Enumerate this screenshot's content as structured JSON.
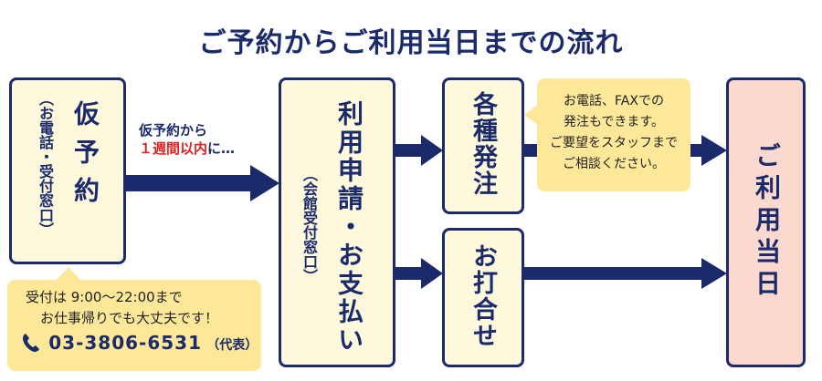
{
  "title": "ご予約からご利用当日までの流れ",
  "step1": {
    "label": "仮予約",
    "sub": "（お電話・受付窓口）"
  },
  "step2": {
    "label": "利用申請・お支払い",
    "sub": "（会館受付窓口）"
  },
  "step3a": {
    "label": "各種発注"
  },
  "step3b": {
    "label": "お打合せ"
  },
  "final": {
    "label": "ご利用当日"
  },
  "deadline_note": {
    "line1": "仮予約から",
    "line2_red": "１週間以内",
    "line2_rest": "に…"
  },
  "order_bubble": {
    "line1": "お電話、FAXでの",
    "line2": "発注もできます。",
    "line3": "ご要望をスタッフまで",
    "line4": "ご相談ください。"
  },
  "reception_bubble": {
    "line1": "受付は 9:00〜22:00まで",
    "line2": "お仕事帰りでも大丈夫です！",
    "phone": "03-3806-6531",
    "phone_note": "（代表）",
    "icon": "phone-icon"
  },
  "colors": {
    "navy": "#1b2a6b",
    "box_fill": "#fef9dc",
    "final_fill": "#fcd9cf",
    "bubble": "#fde89a",
    "accent_red": "#e02020"
  }
}
